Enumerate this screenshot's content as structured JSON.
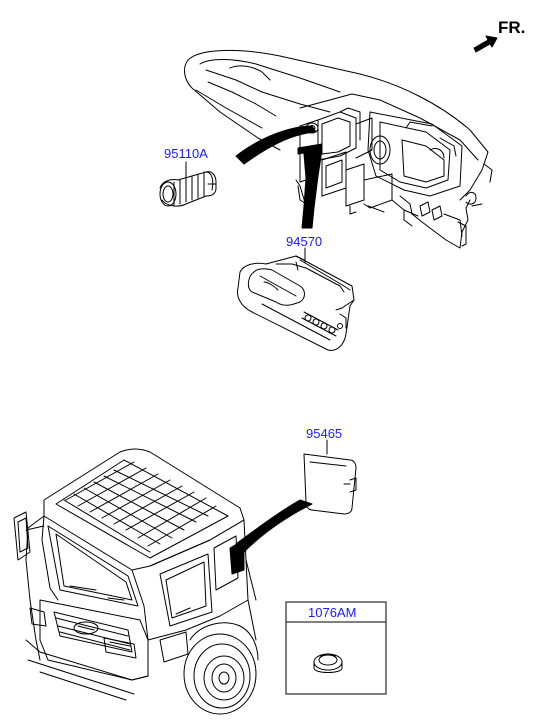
{
  "orientation": {
    "label": "FR."
  },
  "parts": {
    "p95110a": {
      "label": "95110A"
    },
    "p94570": {
      "label": "94570"
    },
    "p95465": {
      "label": "95465"
    },
    "p1076am": {
      "label": "1076AM"
    }
  },
  "colors": {
    "part_label": "#1a1aff",
    "line": "#000000",
    "background": "#ffffff"
  }
}
